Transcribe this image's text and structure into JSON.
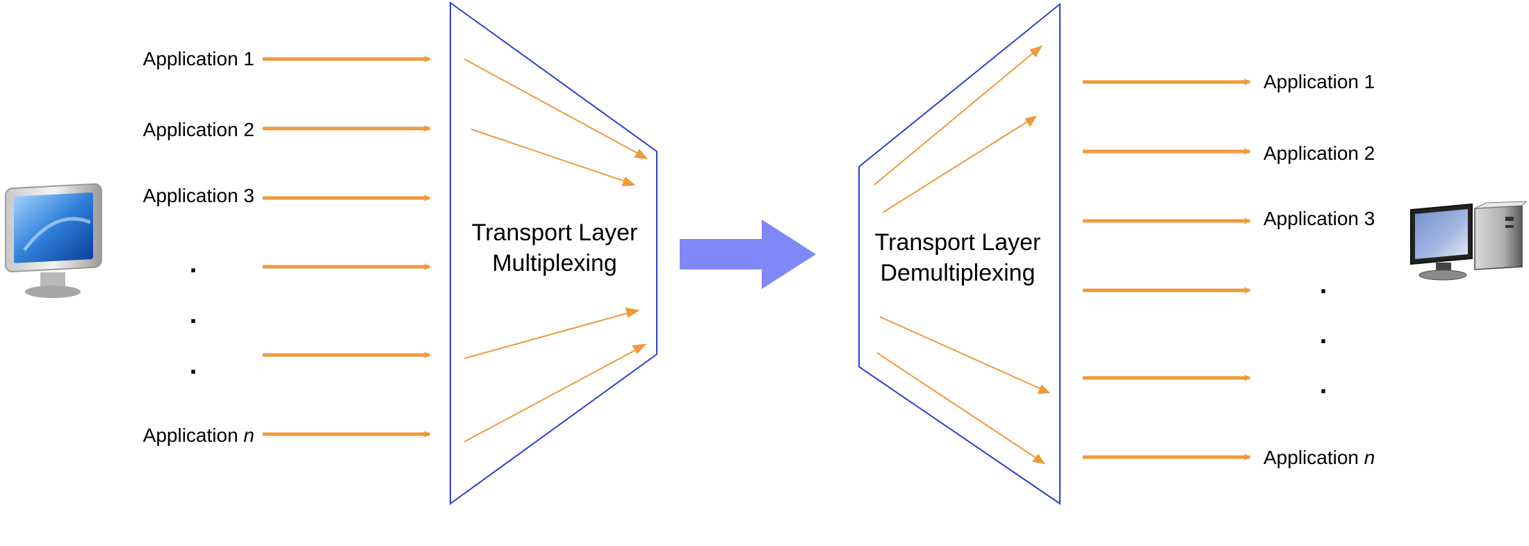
{
  "colors": {
    "arrow": "#f0993a",
    "funnel": "#2b3fd0",
    "big_arrow": "#8088f7",
    "text": "#000000"
  },
  "sender": {
    "icon": "imac-computer-icon",
    "apps": [
      {
        "prefix": "Application ",
        "suffix": "1"
      },
      {
        "prefix": "Application ",
        "suffix": "2"
      },
      {
        "prefix": "Application ",
        "suffix": "3"
      },
      {
        "prefix": "Application ",
        "suffix": "n"
      }
    ],
    "ellipsis": ".",
    "mux_title_line1": "Transport Layer",
    "mux_title_line2": "Multiplexing"
  },
  "receiver": {
    "icon": "desktop-tower-computer-icon",
    "apps": [
      {
        "prefix": "Application ",
        "suffix": "1"
      },
      {
        "prefix": "Application ",
        "suffix": "2"
      },
      {
        "prefix": "Application ",
        "suffix": "3"
      },
      {
        "prefix": "Application ",
        "suffix": "n"
      }
    ],
    "ellipsis": ".",
    "demux_title_line1": "Transport Layer",
    "demux_title_line2": "Demultiplexing"
  }
}
